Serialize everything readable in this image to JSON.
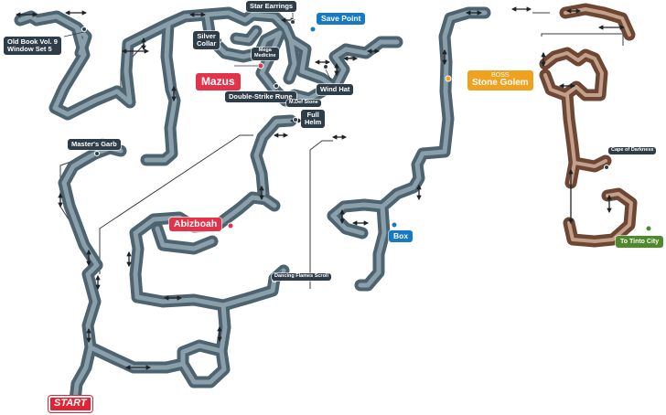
{
  "map": {
    "labels": {
      "start": "START",
      "old_book": "Old Book Vol. 9",
      "window_set": "Window Set 5",
      "silver_collar_1": "Silver",
      "silver_collar_2": "Collar",
      "star_earrings": "Star Earrings",
      "mega_medicine_1": "Mega",
      "mega_medicine_2": "Medicine",
      "save_point": "Save Point",
      "mazus": "Mazus",
      "double_strike_rune": "Double-Strike Rune",
      "wind_hat": "Wind Hat",
      "mdef_stone": "M.Def Stone",
      "full_helm_1": "Full",
      "full_helm_2": "Helm",
      "masters_garb": "Master's Garb",
      "abizboah": "Abizboah",
      "dancing_flames_scroll": "Dancing Flames Scroll",
      "box": "Box",
      "boss_tag": "BOSS",
      "stone_golem": "Stone Golem",
      "cape_of_darkness": "Cape of Darkness",
      "to_tinto_city": "To Tinto City"
    },
    "colors": {
      "cave_rock": "#4d6470",
      "cave_floor": "#8a9fa9",
      "outer_rock": "#6e4734",
      "outer_floor": "#c2a08c",
      "path_line": "#3a3f44",
      "treasure_tag": "#2e3d47",
      "enemy_tag": "#e2334a",
      "save_tag": "#1778c4",
      "boss_tag": "#f0a21e",
      "exit_tag": "#4e8a2a",
      "start_tag": "#e02433"
    },
    "icons": [
      "double-arrow-icon",
      "pin-marker-icon"
    ]
  }
}
